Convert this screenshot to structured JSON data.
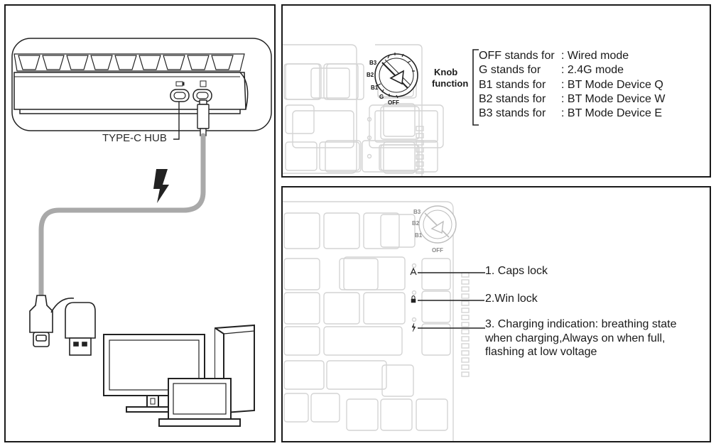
{
  "left_panel": {
    "hub_label": "TYPE-C HUB"
  },
  "knob": {
    "title_line1": "Knob",
    "title_line2": "function",
    "positions": [
      "B3",
      "B2",
      "B1",
      "G",
      "OFF"
    ],
    "modes": [
      {
        "label": "OFF stands for",
        "value": ": Wired mode"
      },
      {
        "label": "G stands for",
        "value": ":  2.4G mode"
      },
      {
        "label": "B1 stands for",
        "value": ":  BT Mode Device Q"
      },
      {
        "label": "B2 stands for",
        "value": ": BT Mode Device W"
      },
      {
        "label": "B3 stands for",
        "value": ": BT Mode Device E"
      }
    ]
  },
  "indicators": {
    "caps": "1. Caps lock",
    "win": "2.Win lock",
    "charging_line1": "3. Charging indication: breathing state",
    "charging_line2": "when charging,Always on when full,",
    "charging_line3": "flashing at low voltage",
    "positions": [
      "B3",
      "B2",
      "B1",
      "OFF"
    ]
  },
  "colors": {
    "line": "#1a1a1a",
    "cable": "#a9a9a9",
    "faint_keyboard": "#d4d4d4"
  }
}
